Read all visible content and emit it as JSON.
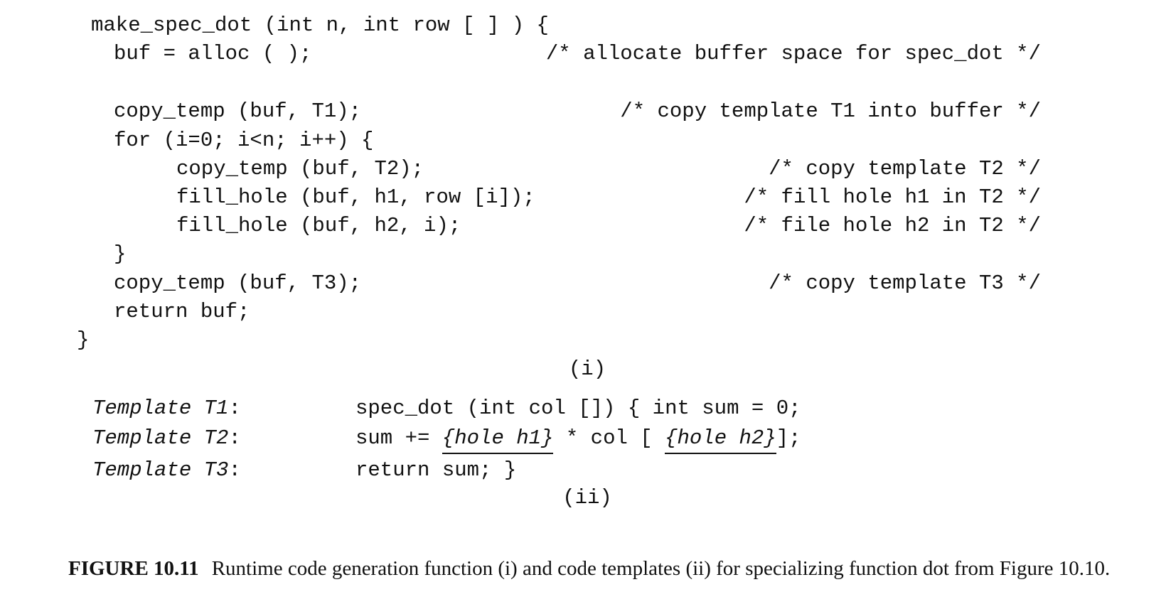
{
  "code_function": {
    "lines": [
      "make_spec_dot (int n, int row [ ] ) {",
      "buf = alloc ( );",
      "copy_temp (buf, T1);",
      "for (i=0; i<n; i++) {",
      "copy_temp (buf, T2);",
      "fill_hole (buf, h1, row [i]);",
      "fill_hole (buf, h2, i);",
      "}",
      "copy_temp (buf, T3);",
      "return buf;",
      "}"
    ],
    "comments": [
      "/* allocate buffer space for spec_dot */",
      "/* copy template T1 into buffer */",
      "/* copy template T2 */",
      "/* fill hole h1 in T2 */",
      "/* file hole h2 in T2 */",
      "/* copy template T3 */"
    ],
    "sublabel": "(i)"
  },
  "templates": {
    "rows": [
      {
        "label": "Template T1",
        "colon": ":",
        "code": "spec_dot (int col []) { int sum = 0;"
      },
      {
        "label": "Template T2",
        "colon": ":",
        "code_pre": "sum += ",
        "hole1": "{hole h1}",
        "code_mid": " * col [ ",
        "hole2": "{hole h2}",
        "code_post": "];"
      },
      {
        "label": "Template T3",
        "colon": ":",
        "code": "return sum; }"
      }
    ],
    "sublabel": "(ii)"
  },
  "caption": {
    "label": "FIGURE 10.11",
    "text": "Runtime code generation function (i) and code templates (ii) for specializing function dot from Figure 10.10."
  }
}
